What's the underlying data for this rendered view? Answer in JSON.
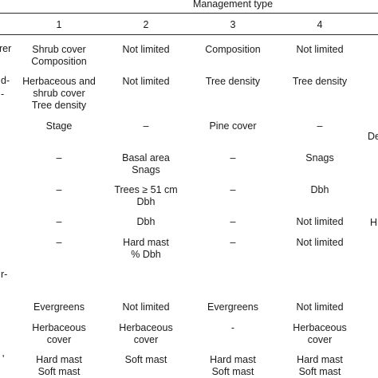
{
  "table": {
    "group_header": "Management type",
    "column_headers": [
      "1",
      "2",
      "3",
      "4"
    ],
    "left_edge_fragments": [
      "rer",
      "d-",
      "-",
      "r-",
      "'"
    ],
    "right_edge_fragments": [
      "De",
      "H"
    ],
    "rows": [
      {
        "cells": [
          [
            "Shrub cover",
            "Composition"
          ],
          [
            "Not limited"
          ],
          [
            "Composition"
          ],
          [
            "Not limited"
          ]
        ]
      },
      {
        "cells": [
          [
            "Herbaceous and",
            "shrub cover",
            "Tree density"
          ],
          [
            "Not limited"
          ],
          [
            "Tree density"
          ],
          [
            "Tree density"
          ]
        ]
      },
      {
        "cells": [
          [
            "Stage"
          ],
          [
            "–"
          ],
          [
            "Pine cover"
          ],
          [
            "–"
          ]
        ]
      },
      {
        "cells": [
          [
            "–"
          ],
          [
            "Basal area",
            "Snags"
          ],
          [
            "–"
          ],
          [
            "Snags"
          ]
        ]
      },
      {
        "cells": [
          [
            "–"
          ],
          [
            "Trees ≥ 51 cm",
            "Dbh"
          ],
          [
            "–"
          ],
          [
            "Dbh"
          ]
        ]
      },
      {
        "cells": [
          [
            "–"
          ],
          [
            "Dbh"
          ],
          [
            "–"
          ],
          [
            "Not limited"
          ]
        ]
      },
      {
        "cells": [
          [
            "–"
          ],
          [
            "Hard mast",
            "% Dbh"
          ],
          [
            "–"
          ],
          [
            "Not limited"
          ]
        ]
      },
      {
        "cells": [
          [
            "Evergreens"
          ],
          [
            "Not limited"
          ],
          [
            "Evergreens"
          ],
          [
            "Not limited"
          ]
        ]
      },
      {
        "cells": [
          [
            "Herbaceous",
            "cover"
          ],
          [
            "Herbaceous",
            "cover"
          ],
          [
            "-"
          ],
          [
            "Herbaceous",
            "cover"
          ]
        ]
      },
      {
        "cells": [
          [
            "Hard mast",
            "Soft mast"
          ],
          [
            "Soft mast"
          ],
          [
            "Hard mast",
            "Soft mast"
          ],
          [
            "Hard mast",
            "Soft mast"
          ]
        ]
      }
    ]
  }
}
